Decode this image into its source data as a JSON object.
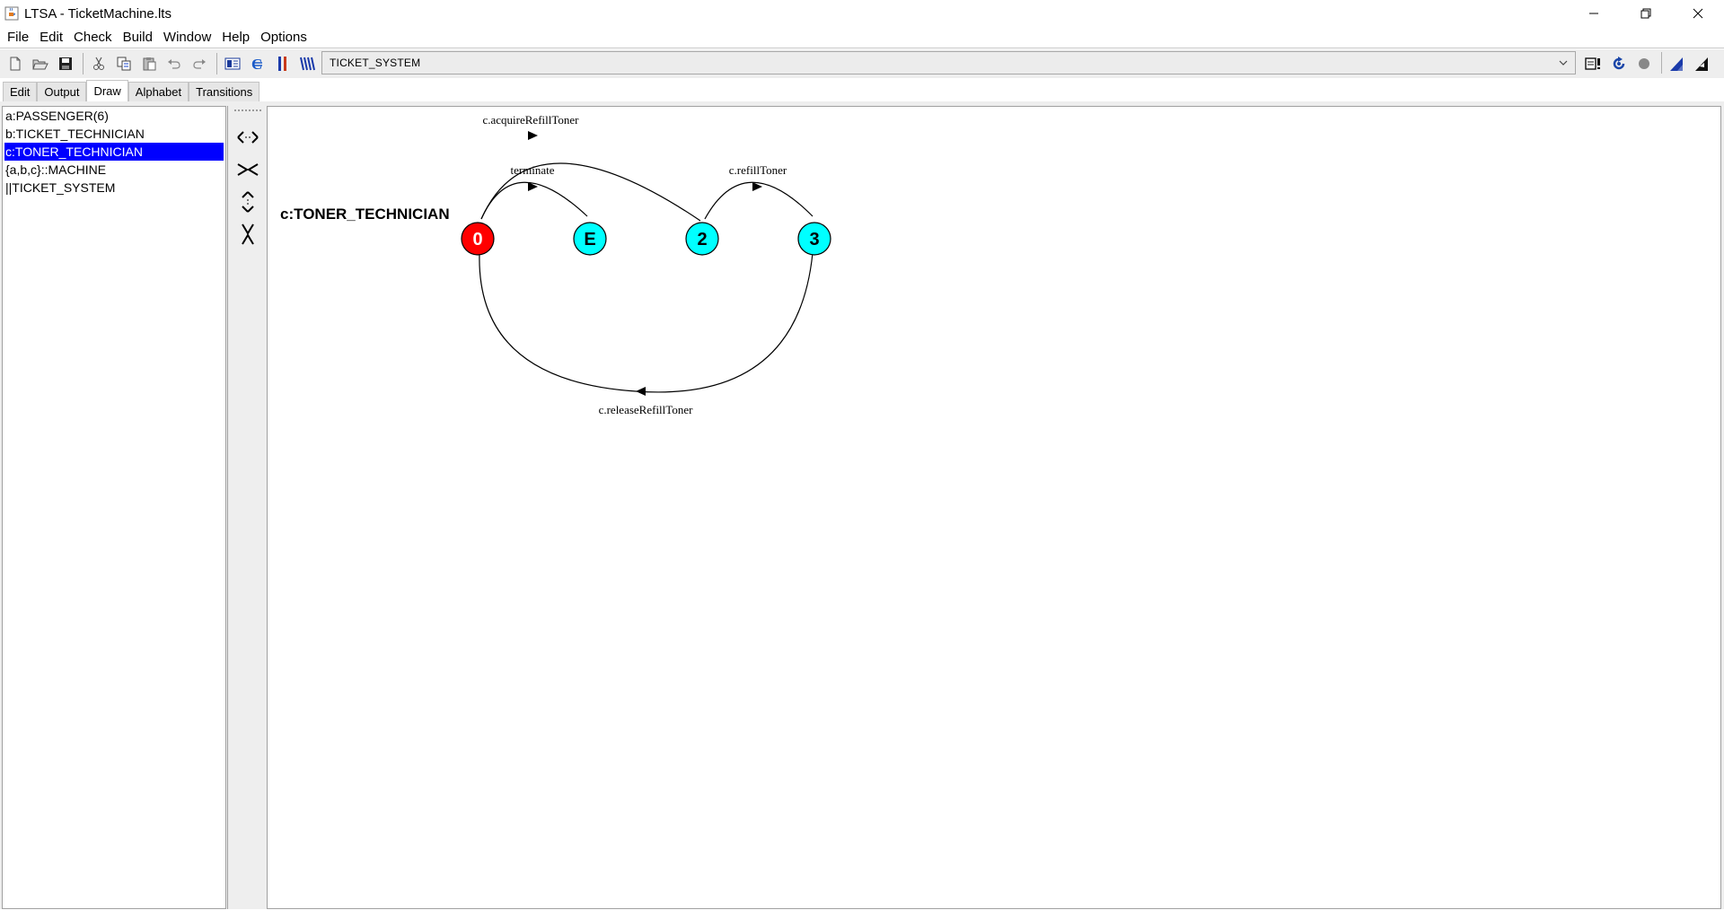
{
  "window": {
    "title": "LTSA - TicketMachine.lts"
  },
  "menu": {
    "items": [
      "File",
      "Edit",
      "Check",
      "Build",
      "Window",
      "Help",
      "Options"
    ]
  },
  "toolbar": {
    "target": "TICKET_SYSTEM",
    "icons": [
      "new-file-icon",
      "open-folder-icon",
      "save-icon",
      "cut-icon",
      "copy-icon",
      "paste-icon",
      "undo-icon",
      "redo-icon",
      "compile-icon",
      "compose-icon",
      "parallel-icon",
      "minimise-icon",
      "safety-check-icon",
      "progress-check-icon",
      "stop-icon",
      "alphabet-icon",
      "animator-icon"
    ]
  },
  "tabs": {
    "items": [
      "Edit",
      "Output",
      "Draw",
      "Alphabet",
      "Transitions"
    ],
    "active": "Draw"
  },
  "processes": {
    "items": [
      "a:PASSENGER(6)",
      "b:TICKET_TECHNICIAN",
      "c:TONER_TECHNICIAN",
      "{a,b,c}::MACHINE",
      "||TICKET_SYSTEM"
    ],
    "selected": "c:TONER_TECHNICIAN"
  },
  "drawing": {
    "process_name": "c:TONER_TECHNICIAN",
    "states": [
      {
        "label": "0",
        "color": "#ff0000"
      },
      {
        "label": "E",
        "color": "#00ffff"
      },
      {
        "label": "2",
        "color": "#00ffff"
      },
      {
        "label": "3",
        "color": "#00ffff"
      }
    ],
    "transitions": [
      {
        "from": "0",
        "to": "2",
        "label": "c.acquireRefillToner"
      },
      {
        "from": "0",
        "to": "E",
        "label": "terminate"
      },
      {
        "from": "2",
        "to": "3",
        "label": "c.refillToner"
      },
      {
        "from": "3",
        "to": "0",
        "label": "c.releaseRefillToner"
      }
    ]
  }
}
